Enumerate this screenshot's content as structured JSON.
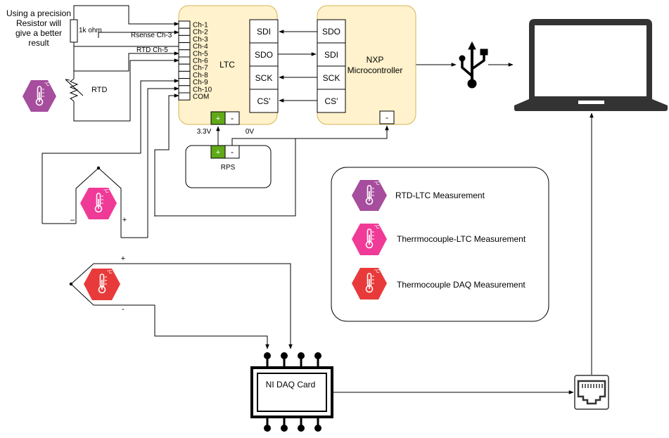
{
  "colors": {
    "ltc_fill": "#fff2cc",
    "ltc_stroke": "#d6b656",
    "terminal_plus": "#60a917",
    "rtd_hex": "#a64d9e",
    "ltc_tc_hex": "#f03a97",
    "daq_tc_hex": "#e83a3a",
    "laptop": "#333333"
  },
  "note": {
    "line1": "Using a precision",
    "line2": "Resistor will",
    "line3": "give a better",
    "line4": "result"
  },
  "resistor": {
    "label": "1k ohm"
  },
  "rtd": {
    "label": "RTD"
  },
  "wire_labels": {
    "rsense": "Rsense Ch-3",
    "rtd_ch": "RTD Ch-5"
  },
  "ltc": {
    "title": "LTC",
    "channels": [
      "Ch-1",
      "Ch-2",
      "Ch-3",
      "Ch-4",
      "Ch-5",
      "Ch-6",
      "Ch-7",
      "Ch-8",
      "Ch-9",
      "Ch-10",
      "COM"
    ],
    "pins": [
      "SDI",
      "SDO",
      "SCK",
      "CS'"
    ],
    "plus": "+",
    "minus": "-",
    "v_plus": "3.3V",
    "v_minus": "0V"
  },
  "nxp": {
    "title1": "NXP",
    "title2": "Microcontroller",
    "pins": [
      "SDO",
      "SDI",
      "SCK",
      "CS'"
    ],
    "minus": "-"
  },
  "rps": {
    "label": "RPS",
    "plus": "+",
    "minus": "-"
  },
  "thermocouple_ltc": {
    "minus": "–",
    "plus": "+"
  },
  "thermocouple_daq": {
    "plus": "+",
    "minus": "-"
  },
  "daq": {
    "label": "NI DAQ Card"
  },
  "legend": {
    "items": [
      {
        "label": "RTD-LTC Measurement",
        "icon": "thermometer-icon"
      },
      {
        "label": "Therrmocouple-LTC Measurement",
        "icon": "thermometer-icon"
      },
      {
        "label": "Thermocouple DAQ Measurement",
        "icon": "thermometer-icon"
      }
    ]
  }
}
